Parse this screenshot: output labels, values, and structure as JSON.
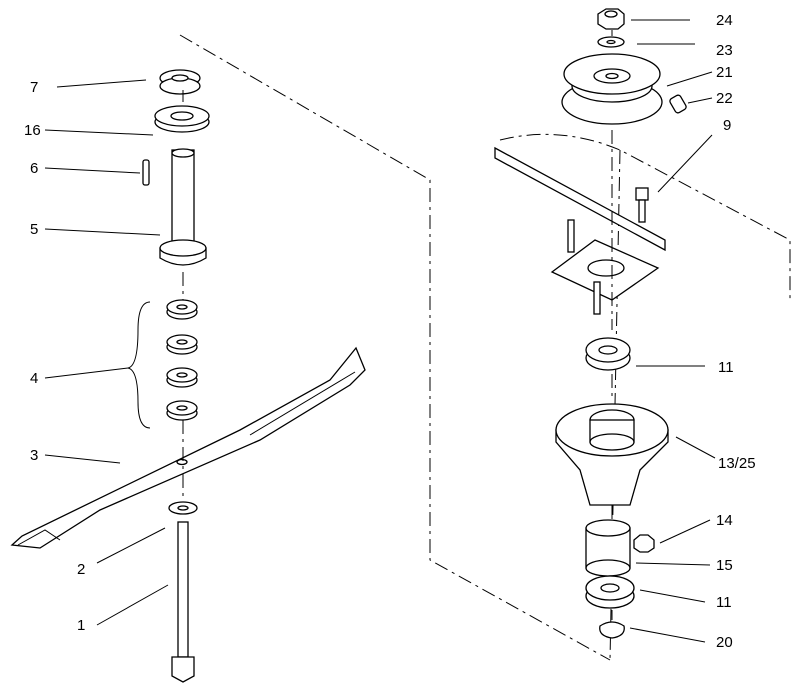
{
  "callouts": {
    "c1": "1",
    "c2": "2",
    "c3": "3",
    "c4": "4",
    "c5": "5",
    "c6": "6",
    "c7": "7",
    "c16": "16",
    "c24": "24",
    "c23": "23",
    "c21": "21",
    "c22": "22",
    "c9": "9",
    "c11a": "11",
    "c1325": "13/25",
    "c14": "14",
    "c15": "15",
    "c11b": "11",
    "c20": "20"
  },
  "colors": {
    "ink": "#000000",
    "paper": "#ffffff",
    "shade": "#d8d8d8"
  }
}
